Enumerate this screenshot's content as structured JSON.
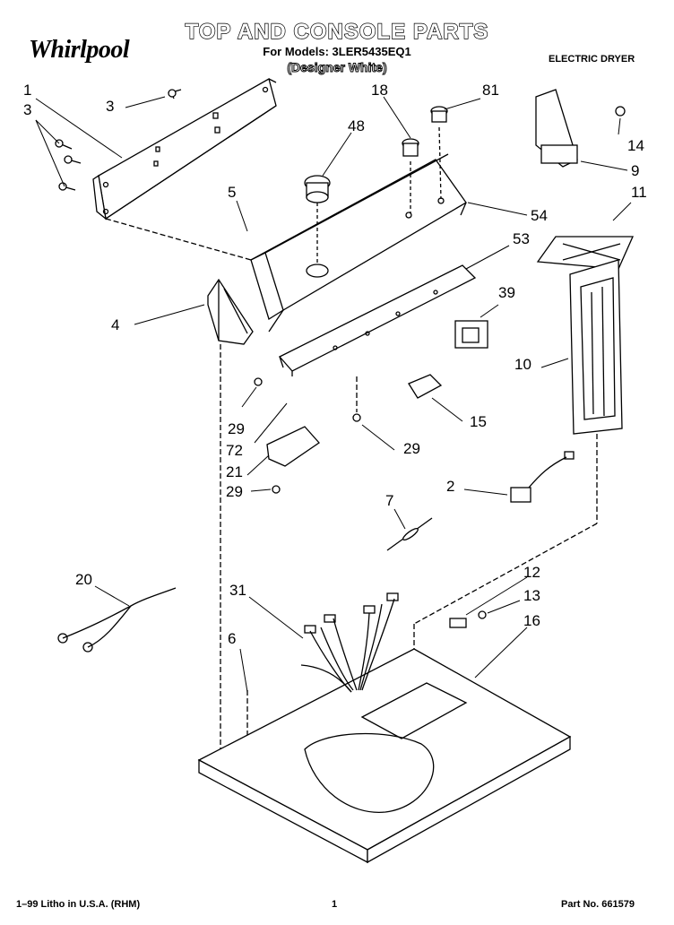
{
  "header": {
    "title": "TOP AND CONSOLE PARTS",
    "models": "For Models: 3LER5435EQ1",
    "variant": "(Designer White)",
    "brand": "Whirlpool",
    "appliance_type": "ELECTRIC DRYER"
  },
  "callouts": [
    {
      "id": "c1",
      "label": "1"
    },
    {
      "id": "c3a",
      "label": "3"
    },
    {
      "id": "c3b",
      "label": "3"
    },
    {
      "id": "c18",
      "label": "18"
    },
    {
      "id": "c81",
      "label": "81"
    },
    {
      "id": "c48",
      "label": "48"
    },
    {
      "id": "c14",
      "label": "14"
    },
    {
      "id": "c9",
      "label": "9"
    },
    {
      "id": "c11",
      "label": "11"
    },
    {
      "id": "c5",
      "label": "5"
    },
    {
      "id": "c54",
      "label": "54"
    },
    {
      "id": "c53",
      "label": "53"
    },
    {
      "id": "c39",
      "label": "39"
    },
    {
      "id": "c4",
      "label": "4"
    },
    {
      "id": "c10",
      "label": "10"
    },
    {
      "id": "c15",
      "label": "15"
    },
    {
      "id": "c29a",
      "label": "29"
    },
    {
      "id": "c72",
      "label": "72"
    },
    {
      "id": "c29b",
      "label": "29"
    },
    {
      "id": "c21",
      "label": "21"
    },
    {
      "id": "c29c",
      "label": "29"
    },
    {
      "id": "c2",
      "label": "2"
    },
    {
      "id": "c7",
      "label": "7"
    },
    {
      "id": "c20",
      "label": "20"
    },
    {
      "id": "c12",
      "label": "12"
    },
    {
      "id": "c13",
      "label": "13"
    },
    {
      "id": "c31",
      "label": "31"
    },
    {
      "id": "c16",
      "label": "16"
    },
    {
      "id": "c6",
      "label": "6"
    }
  ],
  "footer": {
    "left": "1–99 Litho in U.S.A. (RHM)",
    "center": "1",
    "right": "Part No. 661579"
  }
}
